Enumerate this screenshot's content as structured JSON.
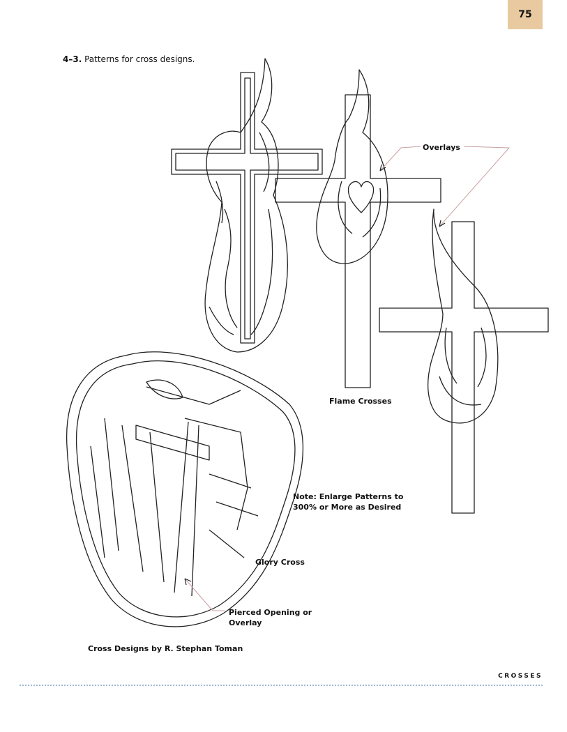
{
  "page_number": "75",
  "figure_caption": {
    "number": "4–3.",
    "text": "Patterns for cross designs."
  },
  "labels": {
    "overlays": "Overlays",
    "flame_crosses": "Flame Crosses",
    "note_line1": "Note: Enlarge Patterns to",
    "note_line2": "300% or More as Desired",
    "glory_cross": "Glory Cross",
    "pierced_line1": "Pierced Opening or",
    "pierced_line2": "Overlay",
    "credit": "Cross Designs by R. Stephan Toman"
  },
  "footer": {
    "section": "CROSSES"
  },
  "colors": {
    "page_tab": "#e8c9a0",
    "footer_dots": "#9fb8d6",
    "leader_line": "#c9a0a0"
  }
}
